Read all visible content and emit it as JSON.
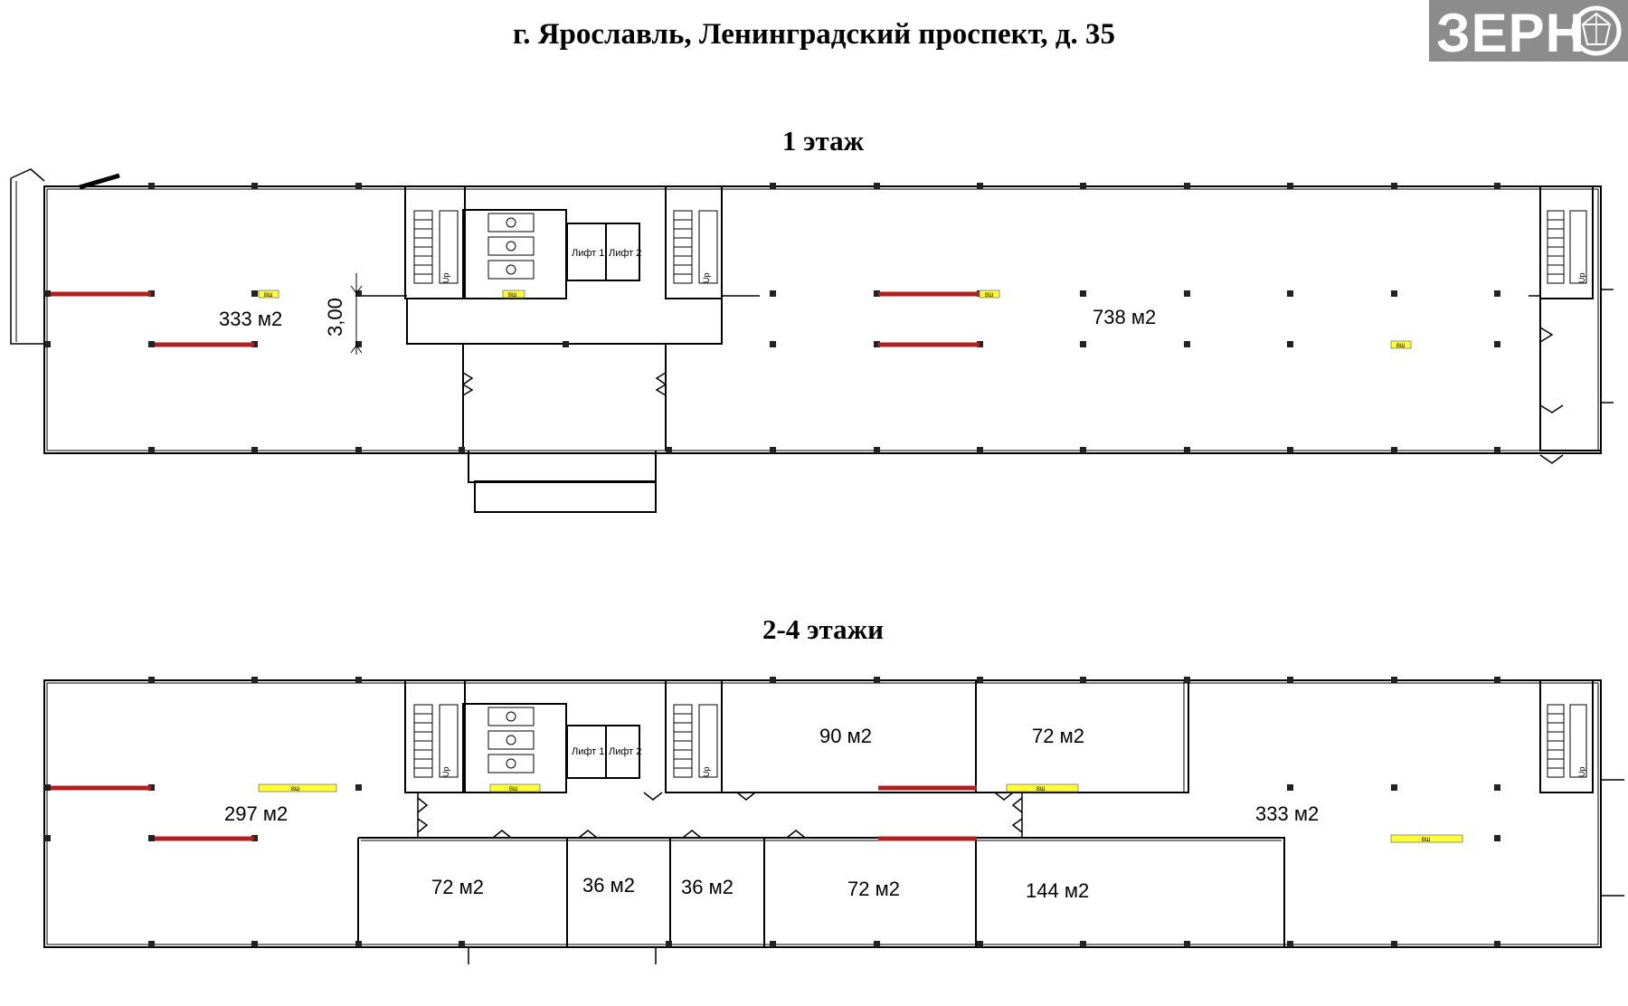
{
  "header": {
    "address": "г. Ярославль, Ленинградский проспект, д. 35"
  },
  "logo": {
    "text": "ЗЕРН",
    "mark_icon": "gem-icon"
  },
  "floor1": {
    "title": "1 этаж",
    "areas": {
      "west": "333 м2",
      "east": "738 м2"
    },
    "dimension": "3,00",
    "lifts": [
      "Лифт 1",
      "Лифт 2"
    ],
    "stair_label": "Up",
    "shaft_label": "ВШ"
  },
  "floor2": {
    "title": "2-4 этажи",
    "areas": {
      "west": "297 м2",
      "north_1": "90 м2",
      "north_2": "72 м2",
      "east": "333 м2",
      "south_1": "72 м2",
      "south_2": "36 м2",
      "south_3": "36 м2",
      "south_4": "72 м2",
      "south_5": "144 м2"
    },
    "lifts": [
      "Лифт 1",
      "Лифт 2"
    ],
    "stair_label": "Up",
    "shaft_label": "ВШ"
  },
  "colors": {
    "wall": "#000000",
    "beam": "#b02020",
    "shaft": "#ffff33",
    "logo_bg": "#8c8c8c"
  }
}
